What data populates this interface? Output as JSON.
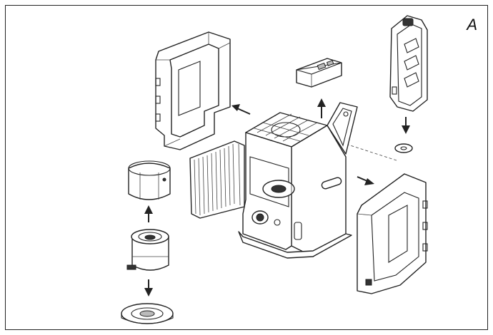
{
  "figure": {
    "panel_label": "A",
    "line_color": "#222222",
    "background": "#ffffff"
  },
  "parts": [
    {
      "name": "side-panel-left",
      "direction": "up-left"
    },
    {
      "name": "top-cover",
      "direction": "up"
    },
    {
      "name": "side-panel-right-top",
      "direction": "down"
    },
    {
      "name": "side-panel-right",
      "direction": "down-right"
    },
    {
      "name": "burner-sleeve",
      "direction": "up"
    },
    {
      "name": "burner-unit",
      "direction": "down"
    },
    {
      "name": "base-plate",
      "direction": "down"
    }
  ]
}
